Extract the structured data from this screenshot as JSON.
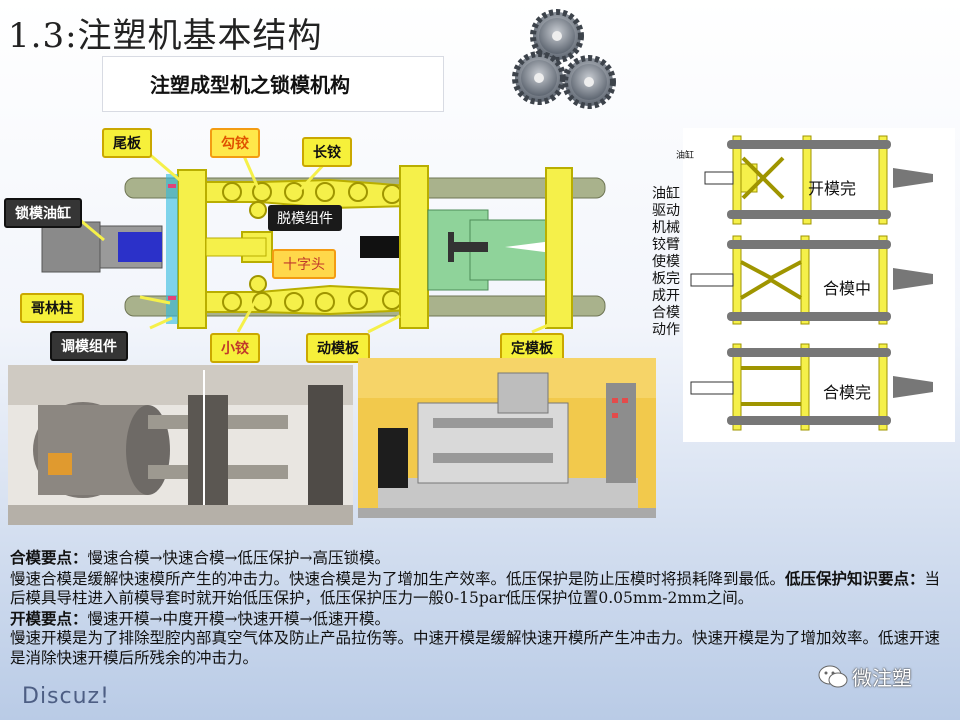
{
  "title": "1.3:注塑机基本结构",
  "subtitle": "注塑成型机之锁模机构",
  "labels": {
    "tailplate": "尾板",
    "hook_hinge": "勾铰",
    "long_hinge": "长铰",
    "clamp_cylinder": "锁模油缸",
    "ejector_assembly": "脱模组件",
    "crosshead": "十字头",
    "tie_bar": "哥林柱",
    "mold_adjust": "调模组件",
    "small_hinge": "小铰",
    "moving_platen": "动模板",
    "fixed_platen": "定模板"
  },
  "states_panel": {
    "cylinder_tag": "油缸",
    "vertical_note": "油缸驱动机械铰臂使模板完成开合模动作",
    "states": [
      "开模完",
      "合模中",
      "合模完"
    ]
  },
  "body": {
    "close_heading": "合模要点：",
    "close_steps": "慢速合模→快速合模→低压保护→高压锁模。",
    "close_desc": "慢速合模是缓解快速模所产生的冲击力。快速合模是为了增加生产效率。低压保护是防止压模时将损耗降到最低",
    "lp_prefix": "。",
    "lp_heading": "低压保护知识要点：",
    "lp_desc": "当后模具导柱进入前模导套时就开始低压保护，低压保护压力一般0-15par低压保护位置0.05mm-2mm之间。",
    "open_heading": "开模要点：",
    "open_steps": "慢速开模→中度开模→快速开模→低速开模。",
    "open_desc": "慢速开模是为了排除型腔内部真空气体及防止产品拉伤等。中速开模是缓解快速开模所产生冲击力。快速开模是为了增加效率。低速开速是消除快速开模后所残余的冲击力。"
  },
  "watermarks": {
    "left": "Discuz!",
    "right": "微注塑"
  },
  "colors": {
    "frame_yellow": "#f5f04a",
    "frame_stroke": "#b9ae00",
    "tie_bar": "#a9b28c",
    "mold_green": "#8fd39a",
    "cylinder_gray": "#8a8a8a"
  }
}
